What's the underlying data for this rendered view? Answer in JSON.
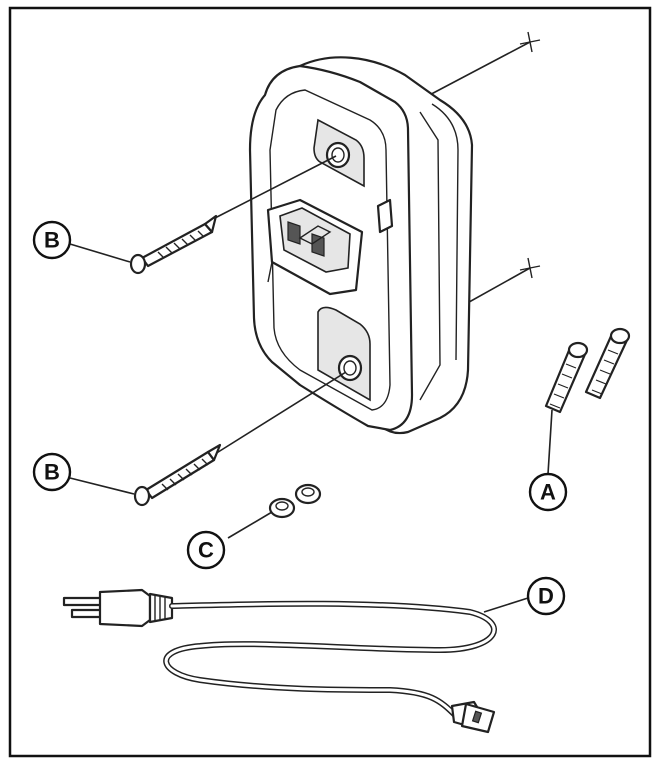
{
  "callouts": {
    "anchors": "A",
    "screws": "B",
    "caps": "C",
    "power_cord": "D"
  }
}
